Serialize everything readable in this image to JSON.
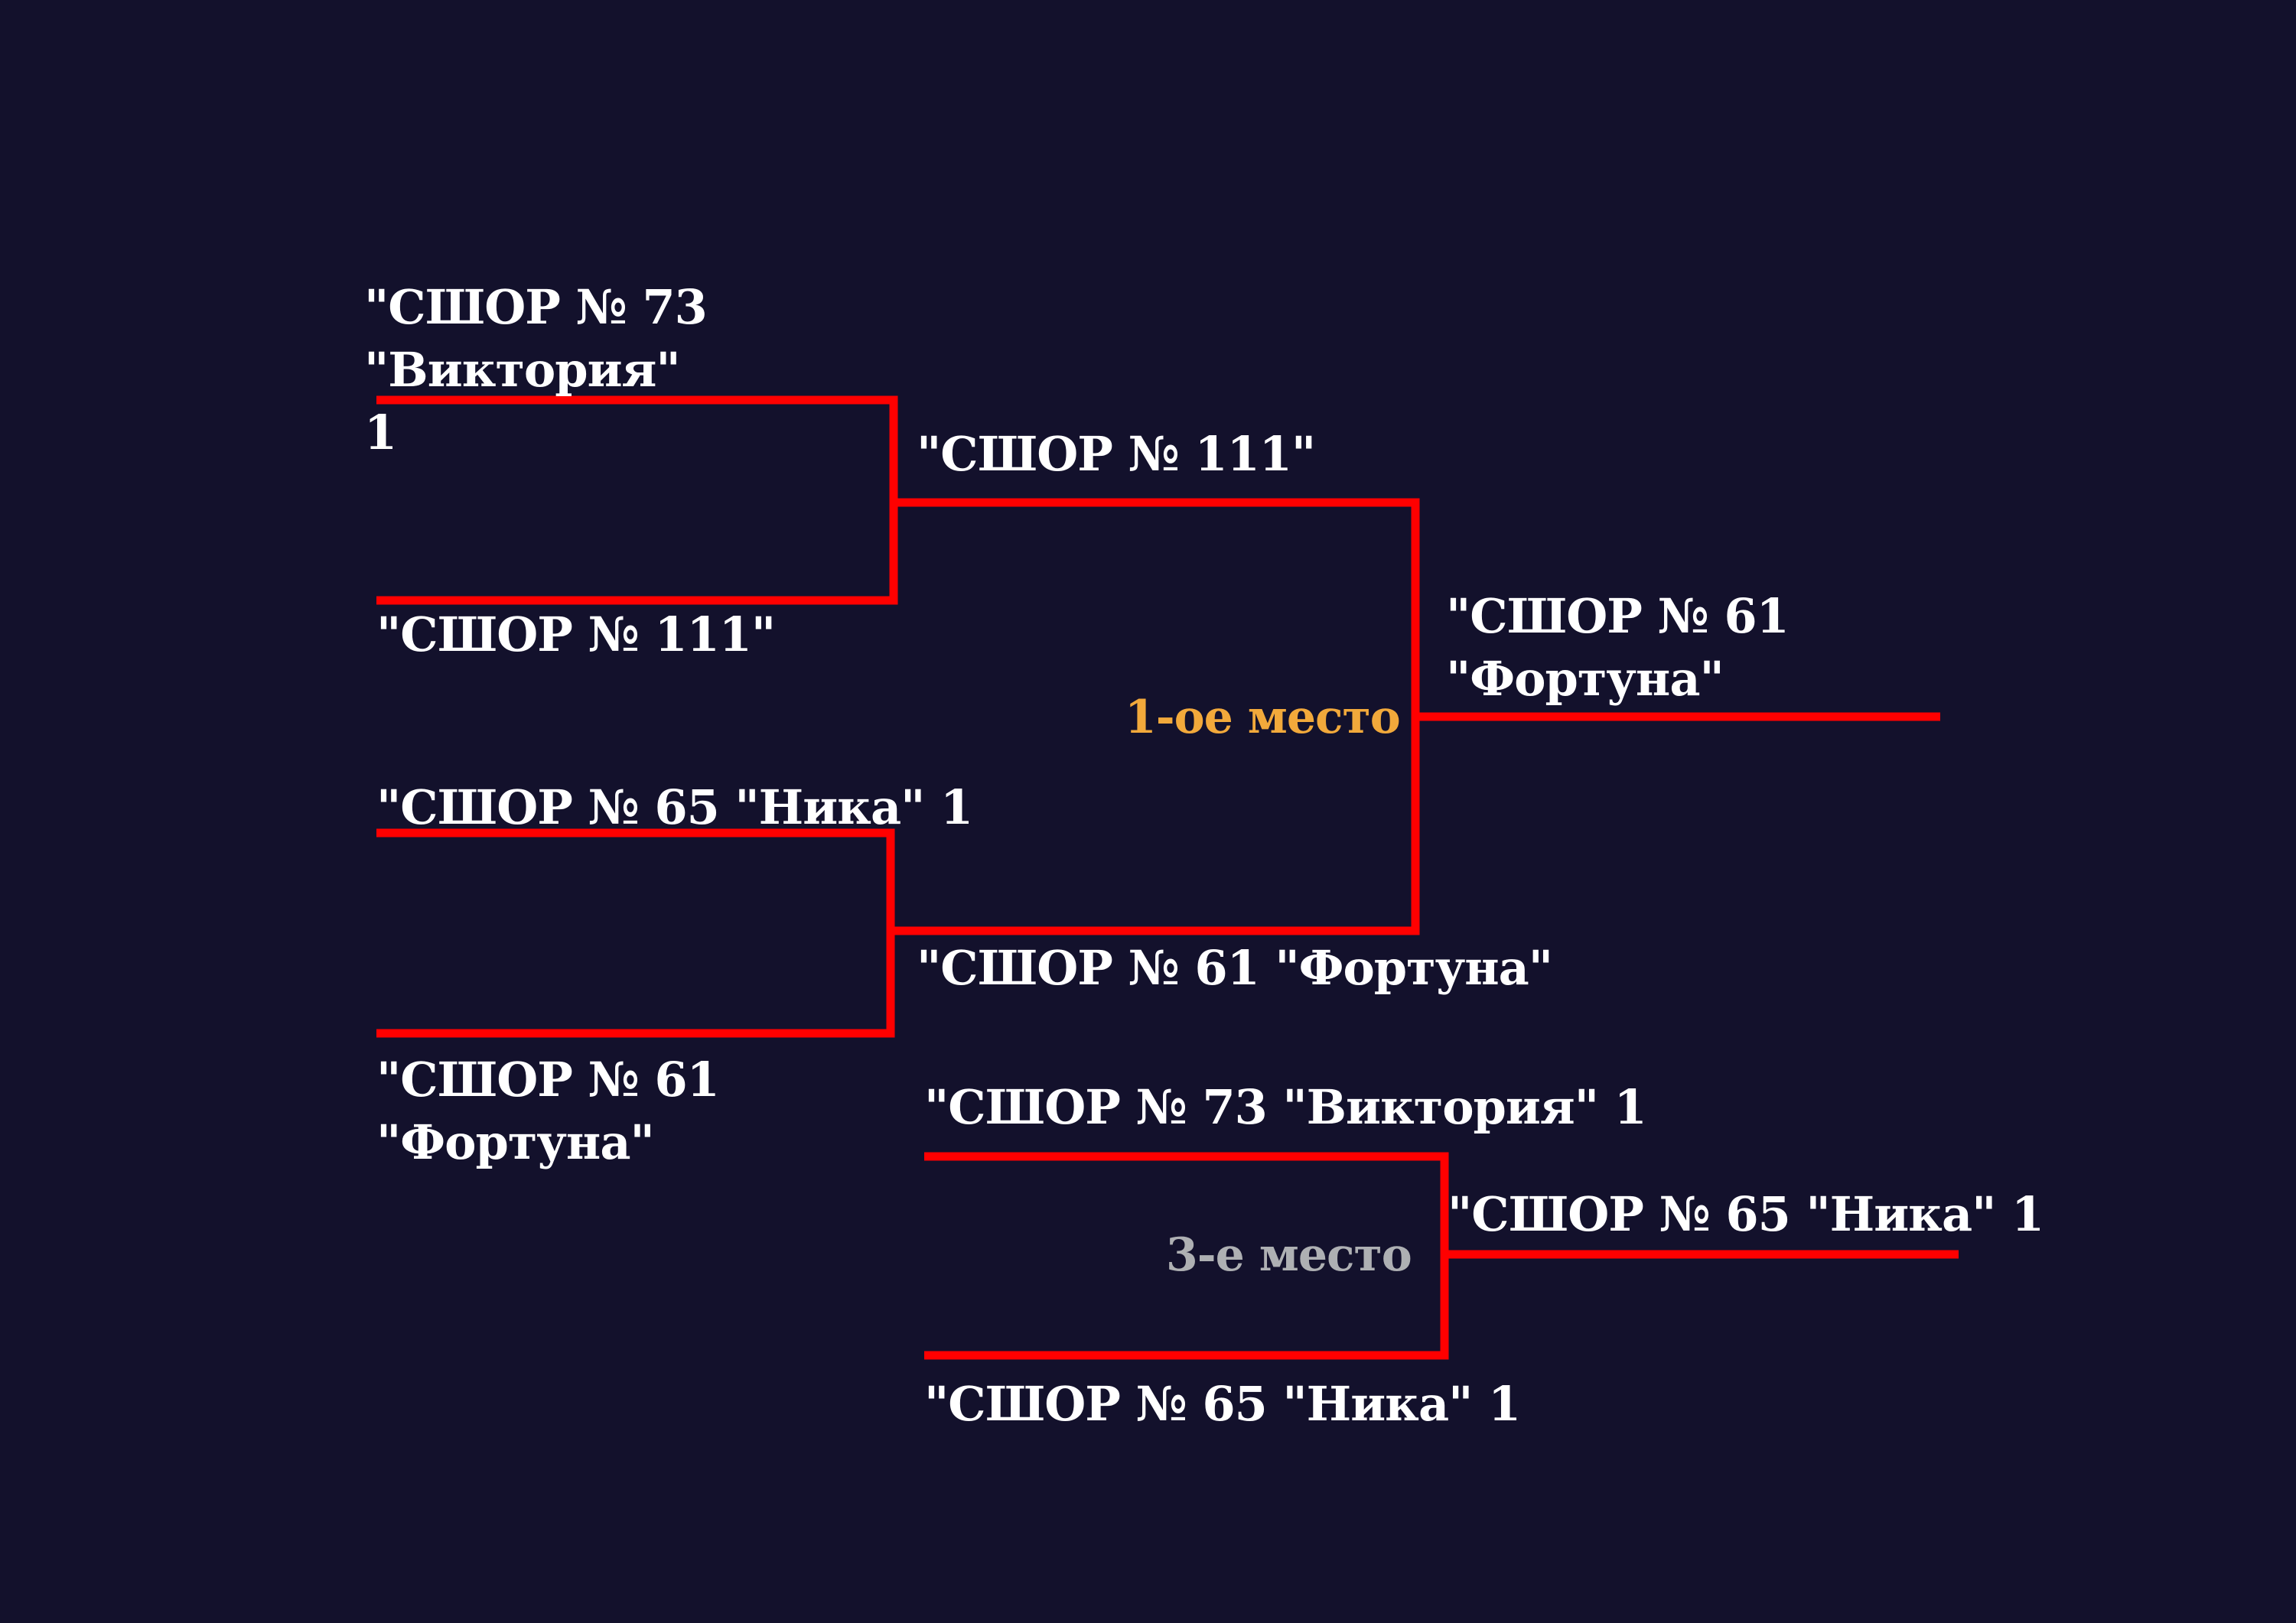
{
  "colors": {
    "background": "#13112c",
    "line": "#ff0000",
    "text": "#ffffff",
    "first_place": "#f2a93b",
    "third_place": "#aeb0b3"
  },
  "bracket": {
    "round1": [
      "\"СШОР № 73 \"Виктория\" 1",
      "\"СШОР № 111\"",
      "\"СШОР № 65 \"Ника\" 1",
      "\"СШОР № 61 \"Фортуна\""
    ],
    "semifinal_winners": [
      "\"СШОР № 111\"",
      "\"СШОР № 61 \"Фортуна\""
    ],
    "first_place_label": "1-ое место",
    "champion": "\"СШОР № 61 \"Фортуна\"",
    "third_place_match": [
      "\"СШОР № 73 \"Виктория\" 1",
      "\"СШОР № 65 \"Ника\" 1"
    ],
    "third_place_label": "3-е место",
    "third_place_winner": "\"СШОР № 65 \"Ника\" 1"
  }
}
